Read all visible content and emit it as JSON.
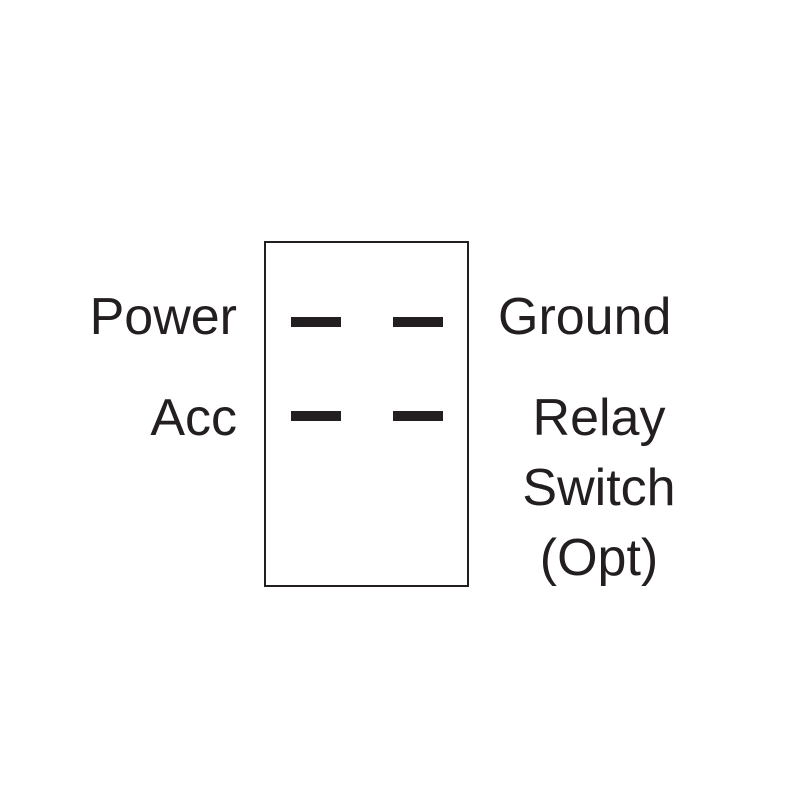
{
  "diagram": {
    "terminals": {
      "power": "Power",
      "ground": "Ground",
      "acc": "Acc",
      "relay_lines": [
        "Relay",
        "Switch",
        "(Opt)"
      ]
    },
    "colors": {
      "line": "#231f20",
      "background": "#ffffff"
    }
  }
}
